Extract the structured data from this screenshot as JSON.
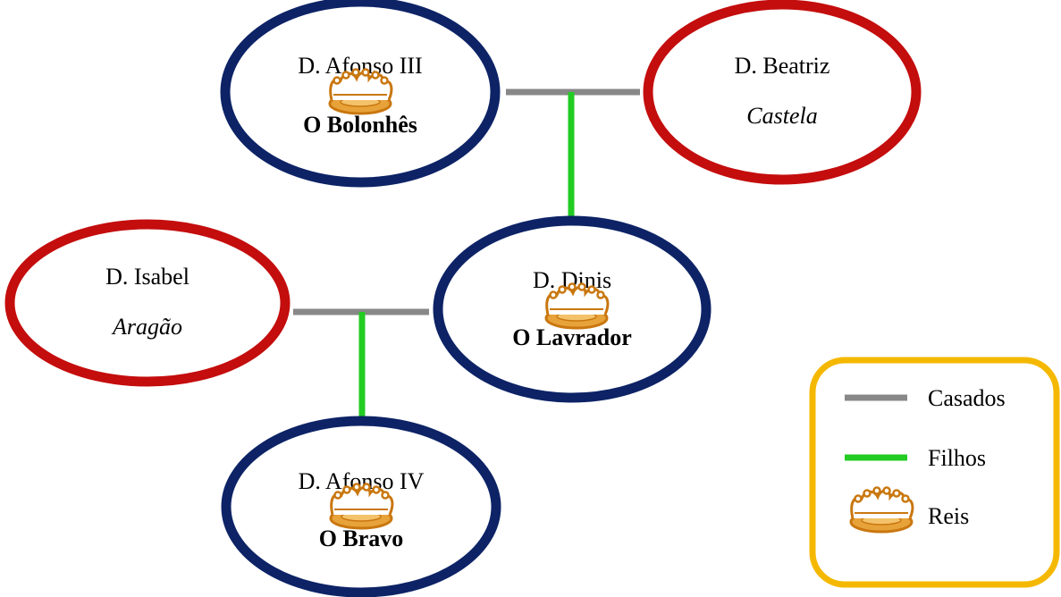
{
  "colors": {
    "king_border": "#0d2366",
    "queen_border": "#c40d0d",
    "married_line": "#888888",
    "children_line": "#22cc22",
    "legend_border": "#f5b800",
    "crown_fill": "#e8a23a",
    "crown_stroke": "#c9770f"
  },
  "nodes": {
    "afonso_iii": {
      "name": "D. Afonso III",
      "epithet": "O Bolonhês",
      "role": "king"
    },
    "beatriz": {
      "name": "D. Beatriz",
      "origin": "Castela",
      "role": "queen"
    },
    "dinis": {
      "name": "D. Dinis",
      "epithet": "O Lavrador",
      "role": "king"
    },
    "isabel": {
      "name": "D. Isabel",
      "origin": "Aragão",
      "role": "queen"
    },
    "afonso_iv": {
      "name": "D. Afonso IV",
      "epithet": "O Bravo",
      "role": "king"
    }
  },
  "legend": {
    "married": "Casados",
    "children": "Filhos",
    "kings": "Reis",
    "kings_icon": "crown-icon"
  }
}
